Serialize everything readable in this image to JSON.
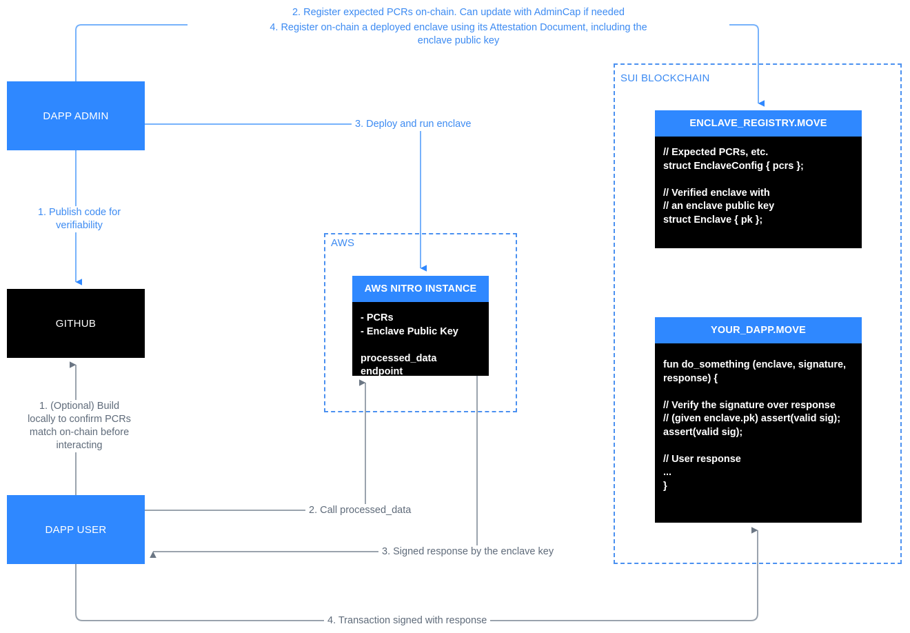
{
  "theme": {
    "accent_blue": "#2f88ff",
    "line_blue": "#77b2fb",
    "line_gray": "#9aa3ad",
    "text_blue": "#3d8bf2",
    "text_gray": "#5f6b7a",
    "black": "#000000"
  },
  "groups": {
    "aws": {
      "label": "AWS"
    },
    "sui": {
      "label": "SUI BLOCKCHAIN"
    }
  },
  "nodes": {
    "dapp_admin": {
      "label": "DAPP ADMIN"
    },
    "github": {
      "label": "GITHUB"
    },
    "dapp_user": {
      "label": "DAPP USER"
    },
    "aws_nitro": {
      "title": "AWS NITRO INSTANCE",
      "body": "- PCRs\n- Enclave Public Key\n\nprocessed_data endpoint"
    },
    "enclave_registry": {
      "title": "ENCLAVE_REGISTRY.MOVE",
      "body": "// Expected PCRs, etc.\nstruct EnclaveConfig { pcrs };\n\n// Verified enclave with\n// an enclave public key\nstruct Enclave { pk };"
    },
    "your_dapp": {
      "title": "YOUR_DAPP.MOVE",
      "body": "fun do_something (enclave, signature,\nresponse) {\n\n// Verify the signature over response\n// (given enclave.pk) assert(valid sig);\nassert(valid sig);\n\n// User response\n...\n}"
    }
  },
  "edges": {
    "admin_to_registry_1": "2. Register expected PCRs on-chain. Can update with AdminCap if needed",
    "admin_to_registry_2": "4. Register on-chain a deployed enclave using its Attestation Document, including the\nenclave public key",
    "admin_to_github": "1. Publish code for\nverifiability",
    "admin_to_nitro": "3. Deploy and run enclave",
    "user_to_github": "1. (Optional) Build\nlocally to confirm PCRs\nmatch on-chain before\ninteracting",
    "user_to_nitro": "2. Call processed_data",
    "nitro_to_user": "3. Signed response by the enclave key",
    "user_to_dapp_move": "4. Transaction signed with response"
  }
}
